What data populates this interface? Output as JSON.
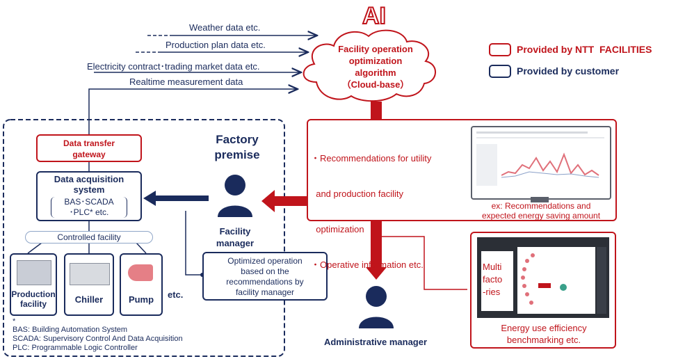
{
  "inputs": {
    "weather": "Weather data etc.",
    "production": "Production plan data etc.",
    "electricity": "Electricity contract･trading market data etc.",
    "realtime": "Realtime measurement data"
  },
  "ai": {
    "logo": "AI",
    "title_lines": [
      "Facility operation",
      "optimization",
      "algorithm",
      "（Cloud-base）"
    ]
  },
  "legend": {
    "ntt": "Provided by NTT  FACILITIES",
    "customer": "Provided by customer",
    "ntt_color": "#c0141b",
    "customer_color": "#1a2b5c"
  },
  "factory": {
    "title_lines": [
      "Factory",
      "premise"
    ],
    "gateway_lines": [
      "Data transfer",
      "gateway"
    ],
    "acquisition_title_lines": [
      "Data acquisition",
      "system"
    ],
    "acquisition_items": [
      "BAS･SCADA",
      "･PLC* etc."
    ],
    "controlled": "Controlled facility",
    "facilities": [
      "Production facility",
      "Chiller",
      "Pump"
    ],
    "etc": "etc.",
    "asterisk": "*",
    "footnotes": [
      "BAS: Building Automation System",
      "SCADA: Supervisory Control And Data Acquisition",
      "PLC: Programmable Logic Controller"
    ]
  },
  "facility_manager": {
    "label_lines": [
      "Facility",
      "manager"
    ],
    "operation_lines": [
      "Optimized operation",
      "based on the",
      "recommendations by",
      "facility manager"
    ]
  },
  "recommendations": {
    "items": [
      "・Recommendations for utility",
      "  and production facility",
      "  optimization",
      "・Operative information etc."
    ],
    "example_lines": [
      "ex: Recommendations and",
      "expected energy saving amount"
    ]
  },
  "benchmark": {
    "multi_lines": [
      "Multi",
      "facto",
      "-ries"
    ],
    "caption_lines": [
      "Energy use efficiency",
      "benchmarking etc."
    ]
  },
  "admin_manager": {
    "label": "Administrative manager"
  }
}
